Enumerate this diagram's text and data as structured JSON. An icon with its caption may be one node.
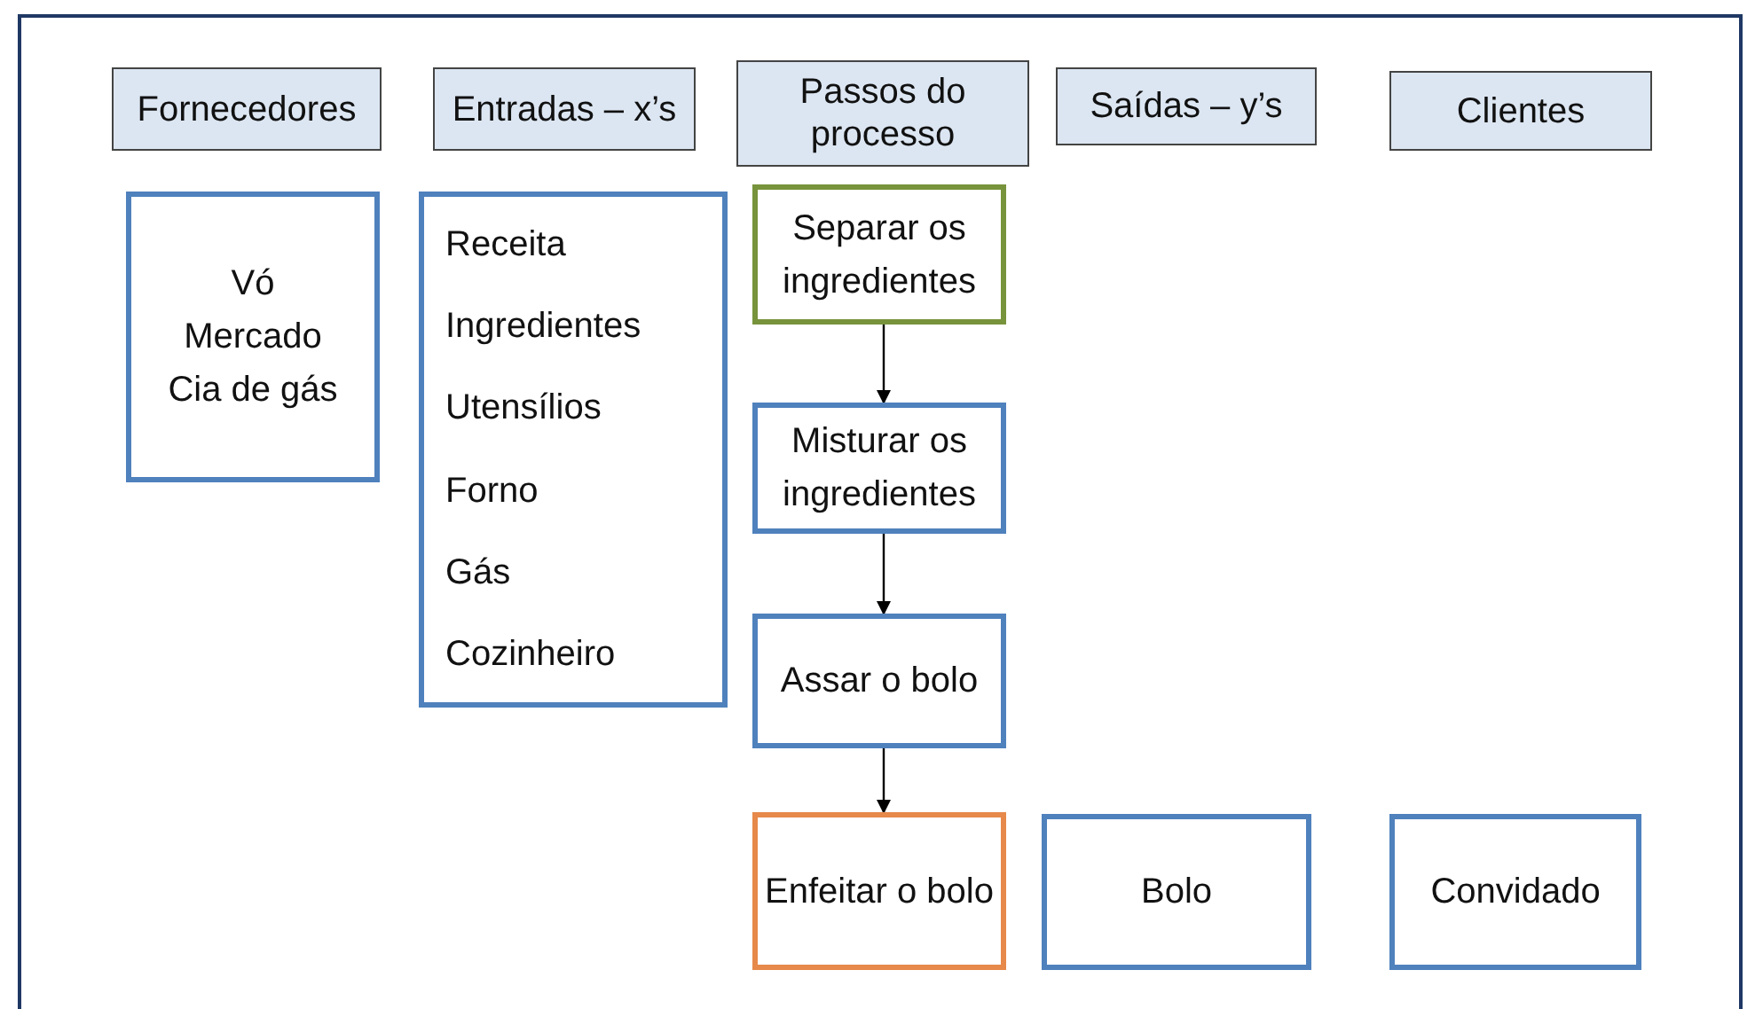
{
  "diagram": {
    "nodes": [
      {
        "text": [
          "Fornecedores"
        ]
      },
      {
        "text": [
          "Entradas – x’s"
        ]
      },
      {
        "text": [
          "Passos do processo"
        ]
      },
      {
        "text": [
          "Saídas – y’s"
        ]
      },
      {
        "text": [
          "Clientes"
        ]
      },
      {
        "text": [
          "Vó",
          "Mercado",
          "Cia de gás"
        ]
      },
      {
        "text": [
          "Receita",
          "Ingredientes",
          "Utensílios",
          "Forno",
          "Gás",
          "Cozinheiro"
        ]
      },
      {
        "text": [
          "Separar os ingredientes"
        ]
      },
      {
        "text": [
          "Misturar os ingredientes"
        ]
      },
      {
        "text": [
          "Assar o bolo"
        ]
      },
      {
        "text": [
          "Enfeitar o bolo"
        ]
      },
      {
        "text": [
          "Bolo"
        ]
      },
      {
        "text": [
          "Convidado"
        ]
      }
    ],
    "edges": [
      {
        "from": 7,
        "to": 8,
        "arrow": "to"
      },
      {
        "from": 8,
        "to": 9,
        "arrow": "to"
      },
      {
        "from": 9,
        "to": 10,
        "arrow": "to"
      }
    ]
  }
}
